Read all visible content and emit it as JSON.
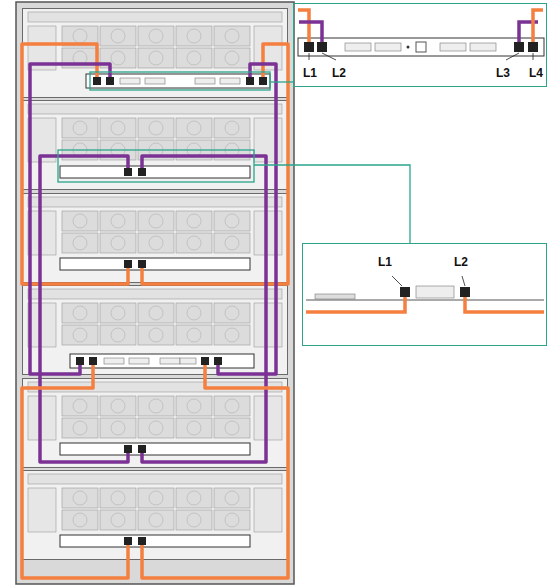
{
  "diagram": {
    "nodes": [
      {
        "text": [
          "L1",
          "L2",
          "L3",
          "L4"
        ]
      },
      {
        "text": [
          "L1",
          "L2"
        ]
      }
    ]
  }
}
